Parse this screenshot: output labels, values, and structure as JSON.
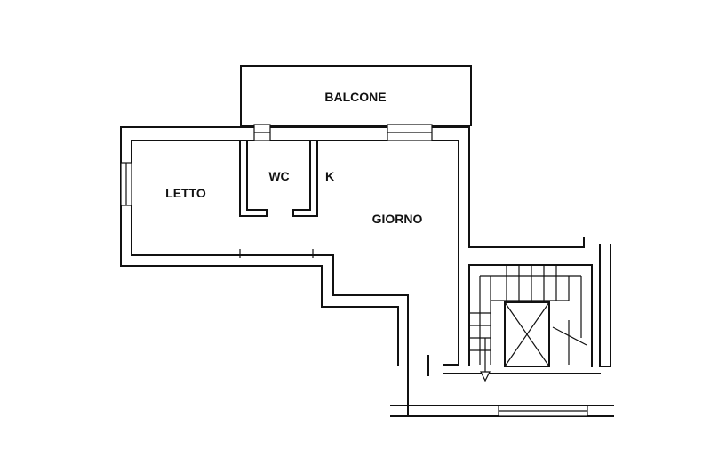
{
  "rooms": {
    "balcone": "BALCONE",
    "letto": "LETTO",
    "wc": "WC",
    "kitchen": "K",
    "giorno": "GIORNO"
  },
  "colors": {
    "line": "#111111",
    "background": "#ffffff"
  }
}
